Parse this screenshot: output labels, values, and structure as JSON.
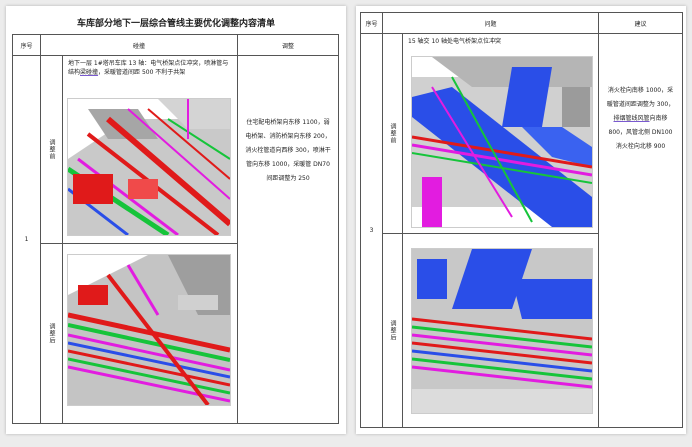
{
  "left": {
    "title": "车库部分地下一层综合管线主要优化调整内容清单",
    "header": {
      "no": "序号",
      "problem": "碰撞",
      "suggestion": "调整"
    },
    "row": {
      "number": "1",
      "before_label": "调整前",
      "after_label": "调整后",
      "description_plain": "地下一层 1#塔吊车库 13 轴：电气桥架点位冲突，喷淋管与结构",
      "description_underline": "梁碰撞",
      "description_tail": "，采暖管道间距 500 不利于共架",
      "suggestion": "住宅配电桥架向东移 1100，弱电桥架、消防桥架向东移 200，消火栓管道向西移 300，喷淋干管向东移 1000，采暖管 DN70 间距调整为 250"
    }
  },
  "right": {
    "header": {
      "no": "序号",
      "problem": "问题",
      "suggestion": "建议"
    },
    "row": {
      "number": "3",
      "before_label": "调整前",
      "after_label": "调整后",
      "description": "15 轴交 10 轴处电气桥架点位冲突",
      "suggestion_plain_1": "消火栓向南移 1000，采暖管道间距调整为 300，",
      "suggestion_underline": "排烟管线风管",
      "suggestion_plain_2": "向南移 800，风管北侧 DN100 消火栓向北移 900"
    }
  },
  "colors": {
    "red": "#e01a1a",
    "green": "#16c43a",
    "magenta": "#e21ce0",
    "blue": "#2a4ee8",
    "gray": "#b8b8b8"
  }
}
